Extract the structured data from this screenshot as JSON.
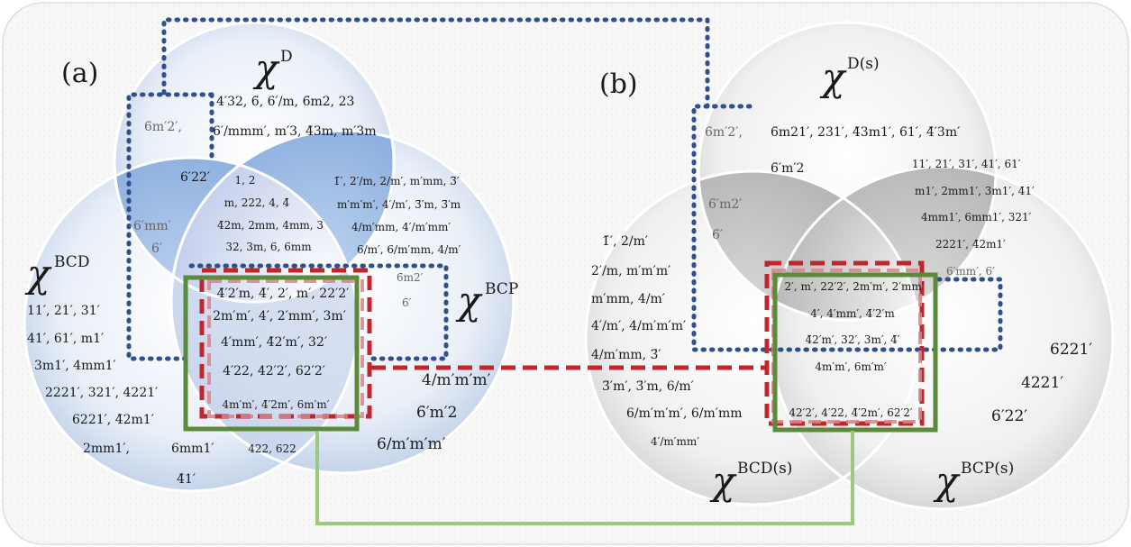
{
  "panels": {
    "a": "(a)",
    "b": "(b)"
  },
  "chi": "χ",
  "sets_a": {
    "d_sup": "D",
    "bcd_sup": "BCD",
    "bcp_sup": "BCP"
  },
  "sets_b": {
    "d_sup": "D(s)",
    "bcd_sup": "BCD(s)",
    "bcp_sup": "BCP(s)"
  },
  "colors": {
    "frame": "#f1f1f1",
    "blue_dots": "#2f4f8f",
    "red_dash": "#c0272d",
    "pink_dash": "#d7848a",
    "green": "#5a8a3a",
    "light_green": "#9ec77f"
  },
  "labels_a": {
    "d_only_1": "4′32, 6̄, 6′/m, 6̄m2, 23",
    "d_only_2": "6′/mmm′, m′3, 4̄3m, m′3m",
    "d_only_grey": "6̄m′2′,",
    "d_bcd_1": "6′mm′",
    "d_bcd_2": "6′",
    "d_bcp": "6′22′",
    "center_1": "1, 2",
    "center_2": "m, 222, 4, 4̄",
    "center_3": "4̄2m, 2mm, 4mm, 3",
    "center_4": "32, 3m, 6, 6mm",
    "d_bcp_1": "1̄′, 2′/m, 2/m′, m′mm, 3̄′",
    "d_bcp_2": "m′m′m′, 4′/m′, 3̄′m, 3̄′m",
    "d_bcp_3": "4/m′mm, 4′/m′mm′",
    "d_bcp_4": "6/m′, 6/m′mm, 4/m′",
    "d_bcp_grey_1": "6̄m2′",
    "d_bcp_grey_2": "6̄′",
    "bcd_bcp_1": "4̄′2′m, 4̄′, 2′, m′, 22′2′",
    "bcd_bcp_2": "2m′m′, 4′, 2′mm′, 3m′",
    "bcd_bcp_3": "4′mm′, 4̄2′m′, 32′",
    "bcd_bcp_4": "4′22, 42′2′, 62′2′",
    "bcd_bcp_5": "4m′m′, 4̄′2m′, 6m′m′",
    "bcd_bcp_6": "422, 622",
    "bcd_only_1": "11′, 21′, 31′",
    "bcd_only_2": "41′, 61′, m1′",
    "bcd_only_3": "3m1′, 4mm1′",
    "bcd_only_4": "2221′, 321′, 4221′",
    "bcd_only_5": "6221′, 4̄2m1′",
    "bcd_only_6": "2mm1′,",
    "bcd_only_7": "6mm1′",
    "bcd_only_8": "4̄1′",
    "bcp_only_1": "4/m′m′m′",
    "bcp_only_2": "6̄′m′2",
    "bcp_only_3": "6/m′m′m′"
  },
  "labels_b": {
    "d_only_1": "6̄m21′, 231′, 4̄3m1′, 6̄1′,  4̄′3m′",
    "d_only_2": "6̄′m′2",
    "d_grey_1": "6̄m′2′,",
    "d_grey_2": "6̄′m2′",
    "d_grey_3": "6̄′",
    "d_bcp_1": "11′, 21′, 31′, 41′, 61′",
    "d_bcp_2": "m1′, 2mm1′, 3m1′, 4̄1′",
    "d_bcp_3": "4mm1′, 6mm1′, 321′",
    "d_bcp_4": "2221′, 4̄2m1′",
    "d_bcp_grey": "6′mm′, 6′",
    "bcd_1": "1̄′, 2/m′",
    "bcd_2": "2′/m, m′m′m′",
    "bcd_3": "m′mm, 4/m′",
    "bcd_4": "4′/m′, 4/m′m′m′",
    "bcd_5": "4/m′mm, 3̄′",
    "bcd_6": "3̄′m′, 3̄′m, 6/m′",
    "bcd_7": "6/m′m′m′, 6/m′mm",
    "bcd_8": "4′/m′mm′",
    "center_1": "2′, m′, 22′2′, 2m′m′, 2′mm′",
    "center_2": "4′, 4′mm′, 4̄′2′m",
    "center_3": "4̄2′m′, 32′, 3m′, 4̄′",
    "center_4": "4m′m′,   6m′m′",
    "center_5": "42′2′, 4′22, 4̄′2m′,   62′2′",
    "bcp_1": "6221′",
    "bcp_2": "4221′",
    "bcp_3": "6′22′"
  }
}
